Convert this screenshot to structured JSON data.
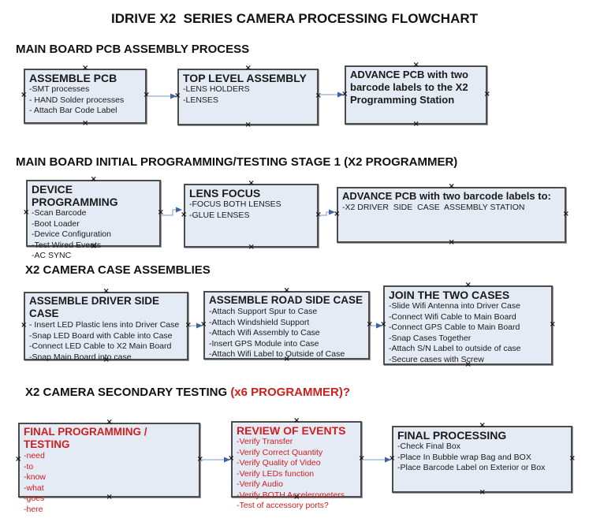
{
  "title": "IDRIVE X2  SERIES CAMERA PROCESSING FLOWCHART",
  "colors": {
    "box_fill": "#e5ebf5",
    "box_border": "#4c4c4c",
    "red_text": "#cc2020",
    "arrow_line": "#a8bcd6",
    "arrow_head": "#4063a7"
  },
  "sections": [
    {
      "heading": "MAIN BOARD PCB ASSEMBLY PROCESS",
      "boxes": [
        {
          "title": "ASSEMBLE PCB",
          "lines": [
            "-SMT processes",
            "- HAND Solder processes",
            "- Attach Bar Code Label"
          ]
        },
        {
          "title": "TOP LEVEL ASSEMBLY",
          "lines": [
            "-LENS HOLDERS",
            "-LENSES"
          ]
        },
        {
          "title": "ADVANCE PCB with two barcode labels to the X2 Programming Station",
          "lines": []
        }
      ]
    },
    {
      "heading": "MAIN BOARD INITIAL PROGRAMMING/TESTING STAGE 1 (X2 PROGRAMMER)",
      "boxes": [
        {
          "title": "DEVICE PROGRAMMING",
          "lines": [
            "-Scan Barcode",
            "-Boot Loader",
            "-Device Configuration",
            "-Test Wired Events",
            "-AC SYNC"
          ]
        },
        {
          "title": "LENS FOCUS",
          "lines": [
            "-FOCUS BOTH LENSES",
            "-GLUE LENSES"
          ]
        },
        {
          "title": "ADVANCE PCB with two barcode labels to:",
          "lines": [
            "-X2 DRIVER  SIDE  CASE  ASSEMBLY STATION"
          ]
        }
      ]
    },
    {
      "heading": "X2 CAMERA CASE ASSEMBLIES",
      "boxes": [
        {
          "title": "ASSEMBLE DRIVER SIDE CASE",
          "lines": [
            "- Insert LED Plastic lens into Driver Case",
            "-Snap LED Board with Cable into Case",
            "-Connect LED Cable to X2 Main Board",
            "-Snap Main Board into case"
          ]
        },
        {
          "title": "ASSEMBLE ROAD SIDE CASE",
          "lines": [
            "-Attach Support Spur to Case",
            "-Attach Windshield Support",
            "-Attach Wifi Assembly to Case",
            "-Insert GPS Module into Case",
            "-Attach Wifi Label to Outside of Case"
          ]
        },
        {
          "title": "JOIN THE TWO CASES",
          "lines": [
            "-Slide Wifi Antenna into Driver Case",
            "-Connect Wifi Cable to Main Board",
            "-Connect GPS Cable to Main Board",
            "-Snap Cases Together",
            "-Attach S/N Label to outside of case",
            "-Secure cases with Screw"
          ]
        }
      ]
    },
    {
      "heading": "X2 CAMERA SECONDARY TESTING ",
      "heading_red": "(x6 PROGRAMMER)?",
      "boxes": [
        {
          "title": "FINAL PROGRAMMING / TESTING",
          "lines": [
            "-need",
            "-to",
            "-know",
            "-what",
            "-goes",
            "-here"
          ]
        },
        {
          "title": "REVIEW OF EVENTS",
          "lines": [
            "-Verify Transfer",
            "-Verify Correct Quantity",
            "-Verify Quality of Video",
            "-Verify LEDs function",
            "-Verify Audio",
            "-Verify BOTH Accelerometers",
            "-Test of accessory ports?"
          ]
        },
        {
          "title": "FINAL PROCESSING",
          "lines": [
            "-Check Final Box",
            "-Place In Bubble wrap Bag and BOX",
            "-Place Barcode Label on Exterior or Box"
          ]
        }
      ]
    }
  ]
}
